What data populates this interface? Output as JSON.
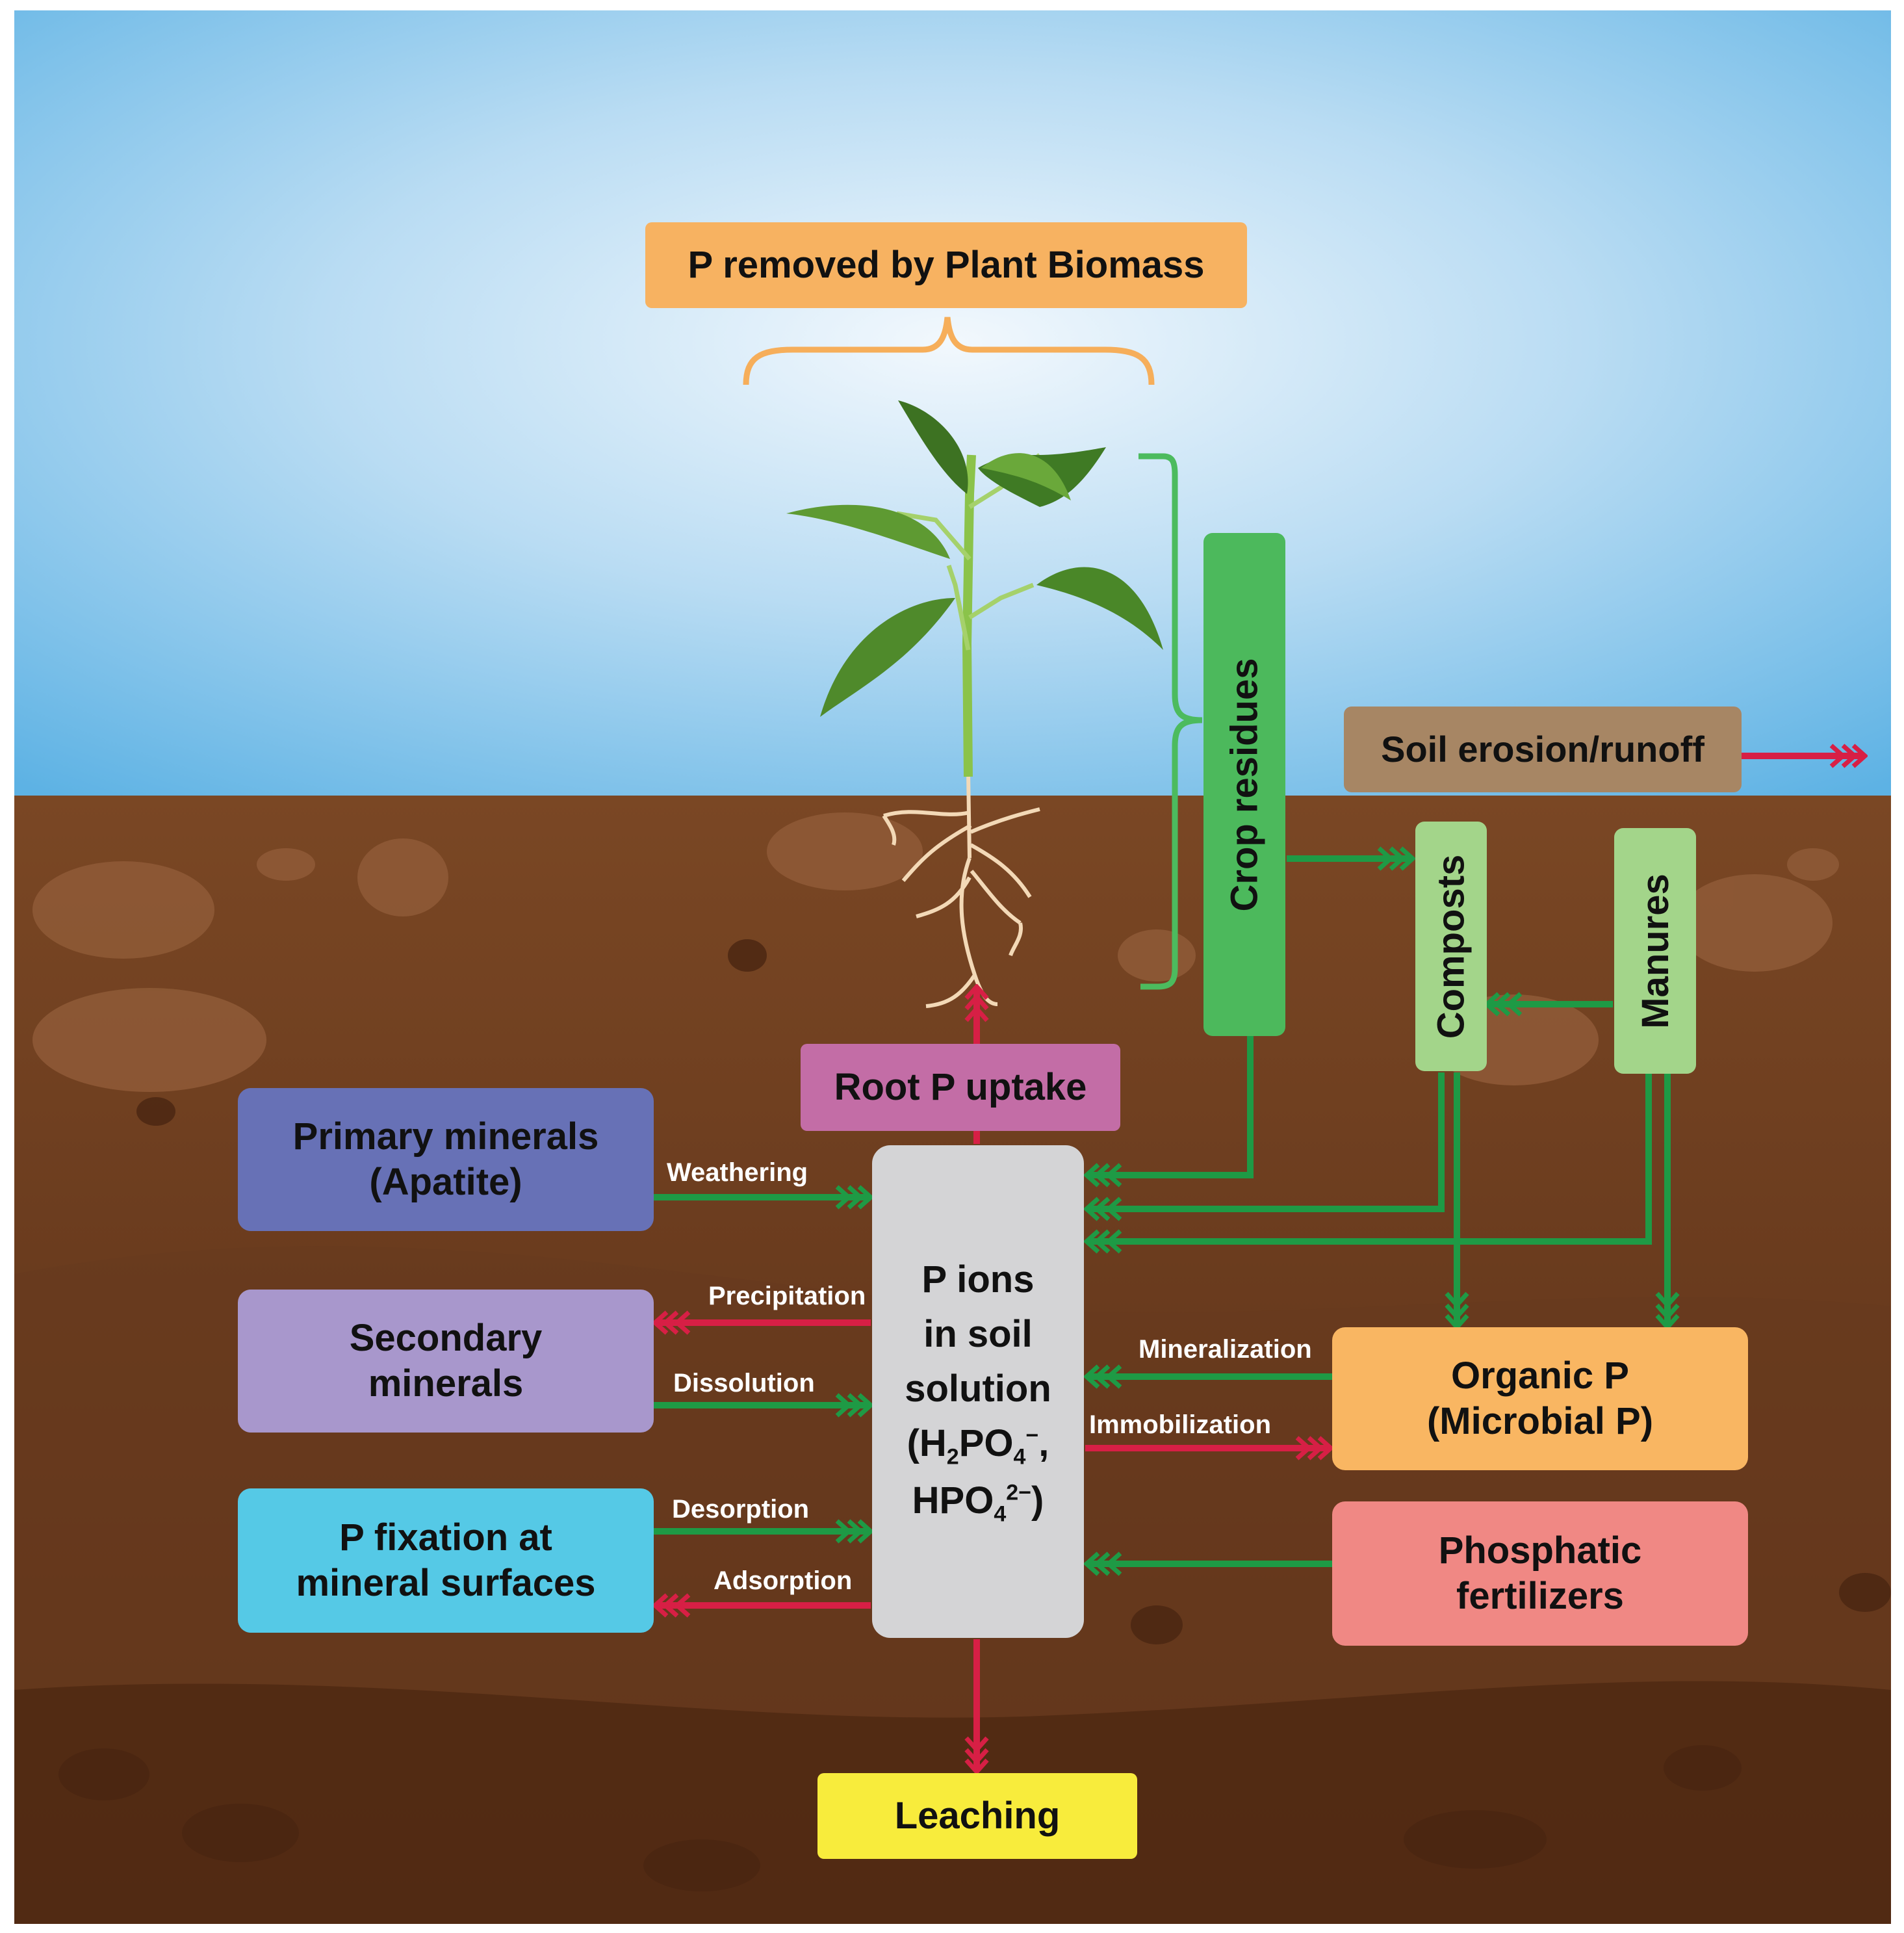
{
  "colors": {
    "sky_top": "#5db2e4",
    "sky_glow": "#eef6fc",
    "soil_top": "#7a4a2a",
    "soil_bottom": "#5a3018",
    "gain_arrow": "#1e9a45",
    "loss_arrow": "#d71f45",
    "bracket_orange": "#f6ae5a",
    "bracket_green": "#4cbb5e"
  },
  "top_label": "P removed by Plant Biomass",
  "pools": {
    "crop_residues": "Crop residues",
    "composts": "Composts",
    "manures": "Manures",
    "soil_erosion": "Soil erosion/runoff",
    "root_uptake": "Root P uptake",
    "primary_1": "Primary minerals",
    "primary_2": "(Apatite)",
    "secondary_1": "Secondary",
    "secondary_2": "minerals",
    "fixation_1": "P fixation at",
    "fixation_2": "mineral surfaces",
    "organic_1": "Organic P",
    "organic_2": "(Microbial P)",
    "fertilizer_1": "Phosphatic",
    "fertilizer_2": "fertilizers",
    "leaching": "Leaching"
  },
  "solution": {
    "line1": "P ions",
    "line2": "in soil",
    "line3": "solution",
    "ion1_prefix": "(H",
    "ion1_sub2": "2",
    "ion1_mid": "PO",
    "ion1_sub4": "4",
    "ion1_sup": "−",
    "ion1_suffix": ",",
    "ion2_prefix": "HPO",
    "ion2_sub4": "4",
    "ion2_sup": "2−",
    "ion2_suffix": ")"
  },
  "flows": {
    "weathering": "Weathering",
    "precipitation": "Precipitation",
    "dissolution": "Dissolution",
    "desorption": "Desorption",
    "adsorption": "Adsorption",
    "mineralization": "Mineralization",
    "immobilization": "Immobilization"
  }
}
